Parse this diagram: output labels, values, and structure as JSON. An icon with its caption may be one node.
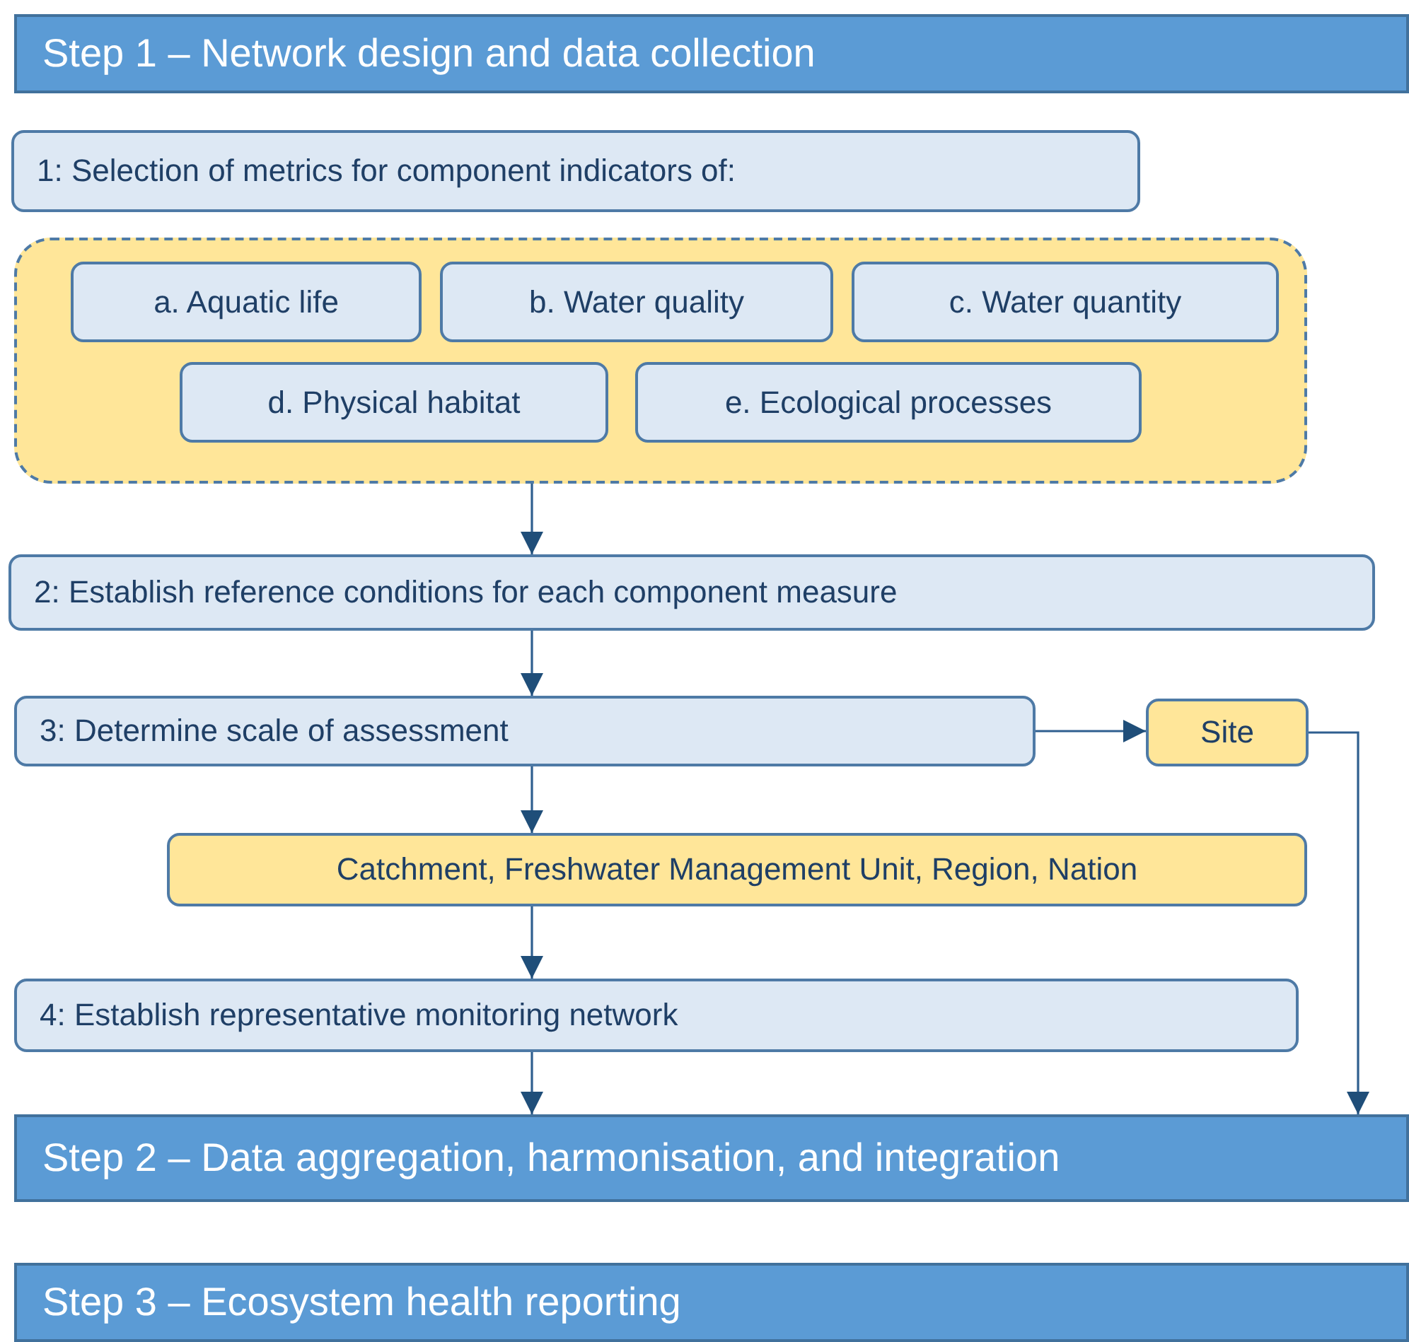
{
  "diagram": {
    "nodes": [
      {
        "text": [
          "Step 1 – Network design and data collection"
        ]
      },
      {
        "text": [
          "1: Selection of metrics for component indicators of:"
        ]
      },
      {
        "text": [],
        "shape": "box"
      },
      {
        "text": [
          "a. Aquatic life"
        ],
        "in": 2
      },
      {
        "text": [
          "b. Water quality"
        ],
        "in": 2
      },
      {
        "text": [
          "c. Water quantity"
        ],
        "in": 2
      },
      {
        "text": [
          "d. Physical habitat"
        ],
        "in": 2
      },
      {
        "text": [
          "e. Ecological processes"
        ],
        "in": 2
      },
      {
        "text": [
          "2: Establish reference conditions for each component measure"
        ]
      },
      {
        "text": [
          "3: Determine scale of assessment"
        ]
      },
      {
        "text": [
          "Site"
        ]
      },
      {
        "text": [
          "Catchment, Freshwater Management Unit, Region, Nation"
        ]
      },
      {
        "text": [
          "4: Establish representative monitoring network"
        ]
      },
      {
        "text": [
          "Step 2 – Data aggregation, harmonisation, and integration"
        ]
      },
      {
        "text": [
          "Step 3 – Ecosystem health reporting"
        ]
      }
    ],
    "edges": [
      {
        "from": 2,
        "to": 8,
        "arrow": "to"
      },
      {
        "from": 8,
        "to": 9,
        "arrow": "to"
      },
      {
        "from": 9,
        "to": 10,
        "arrow": "to"
      },
      {
        "from": 9,
        "to": 11,
        "arrow": "to"
      },
      {
        "from": 11,
        "to": 12,
        "arrow": "to"
      },
      {
        "from": 12,
        "to": 13,
        "arrow": "to"
      },
      {
        "from": 10,
        "to": 13,
        "arrow": "to"
      }
    ]
  }
}
